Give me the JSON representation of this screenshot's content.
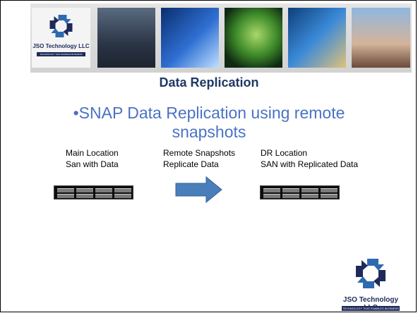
{
  "banner": {
    "logo_name": "JSO Technology LLC",
    "logo_tagline": "TECHNOLOGY THAT ENABLES BUSINESS",
    "photos": [
      "businessman",
      "keyboard",
      "security-globe",
      "folder",
      "handshake"
    ]
  },
  "slide": {
    "title": "Data Replication",
    "bullet": "•SNAP Data Replication using remote snapshots"
  },
  "diagram": {
    "main_location": {
      "line1": "Main Location",
      "line2": "San with Data"
    },
    "remote_snapshots": {
      "line1": "Remote Snapshots",
      "line2": "Replicate Data"
    },
    "dr_location": {
      "line1": "DR Location",
      "line2": "SAN with Replicated Data"
    },
    "arrow_color": "#4a7ebb"
  },
  "footer_logo": {
    "name": "JSO Technology LLC",
    "tagline": "TECHNOLOGY THAT ENABLES BUSINESS"
  },
  "colors": {
    "title": "#1f3864",
    "bullet": "#4a72c4",
    "logo_blue": "#2d6ab0",
    "logo_navy": "#1e2a5a"
  }
}
